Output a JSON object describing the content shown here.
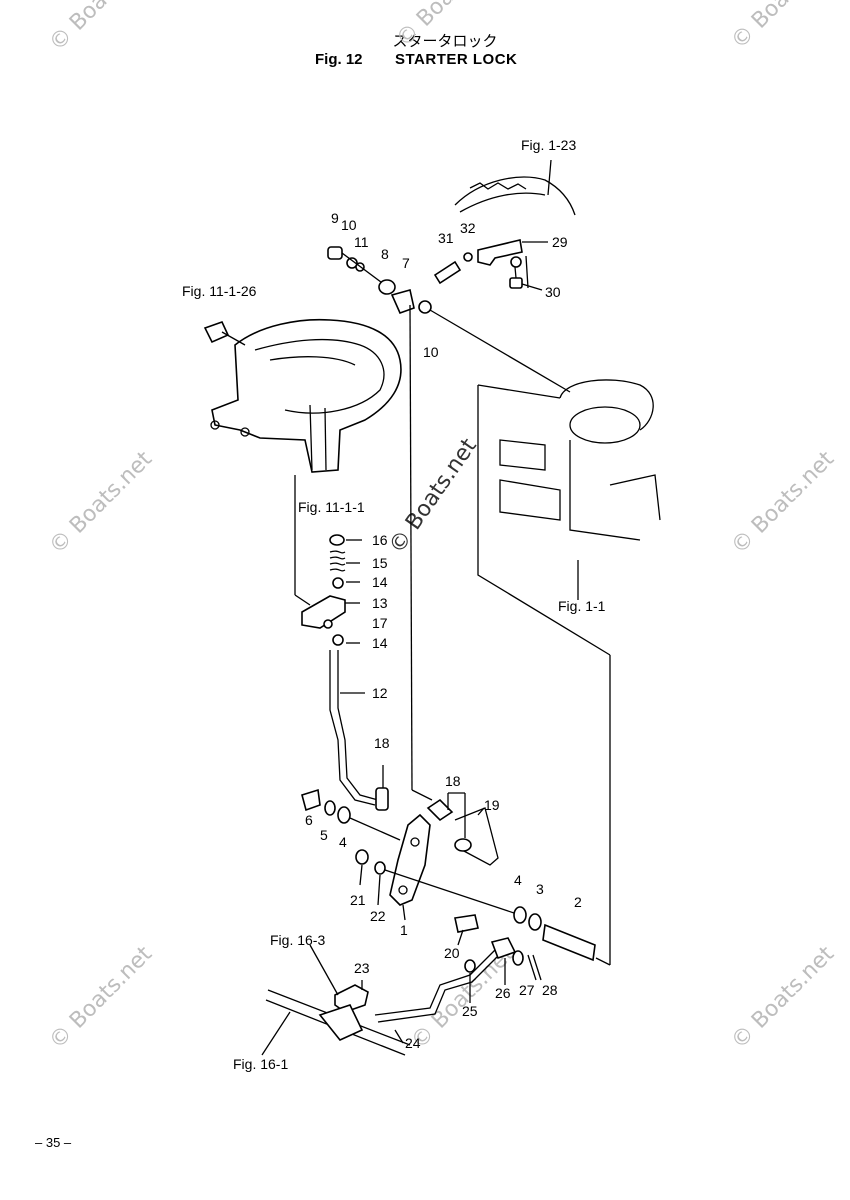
{
  "title": {
    "jp": "スタータロック",
    "fig": "Fig. 12",
    "name": "STARTER LOCK"
  },
  "page_number": "– 35 –",
  "watermark": {
    "corner": "© Boats.net",
    "center": "© Boats.net"
  },
  "references": {
    "fig_1_23": "Fig. 1-23",
    "fig_11_1_26": "Fig. 11-1-26",
    "fig_11_1_1": "Fig. 11-1-1",
    "fig_1_1": "Fig. 1-1",
    "fig_16_3": "Fig. 16-3",
    "fig_16_1": "Fig. 16-1"
  },
  "callouts": [
    "9",
    "10",
    "11",
    "8",
    "7",
    "31",
    "32",
    "29",
    "30",
    "10",
    "16",
    "15",
    "14",
    "13",
    "17",
    "14",
    "12",
    "18",
    "18",
    "19",
    "6",
    "5",
    "4",
    "21",
    "22",
    "1",
    "4",
    "3",
    "2",
    "20",
    "26",
    "27",
    "28",
    "23",
    "25",
    "24"
  ],
  "colors": {
    "ink": "#000000",
    "watermark": "#bdbdbd"
  }
}
